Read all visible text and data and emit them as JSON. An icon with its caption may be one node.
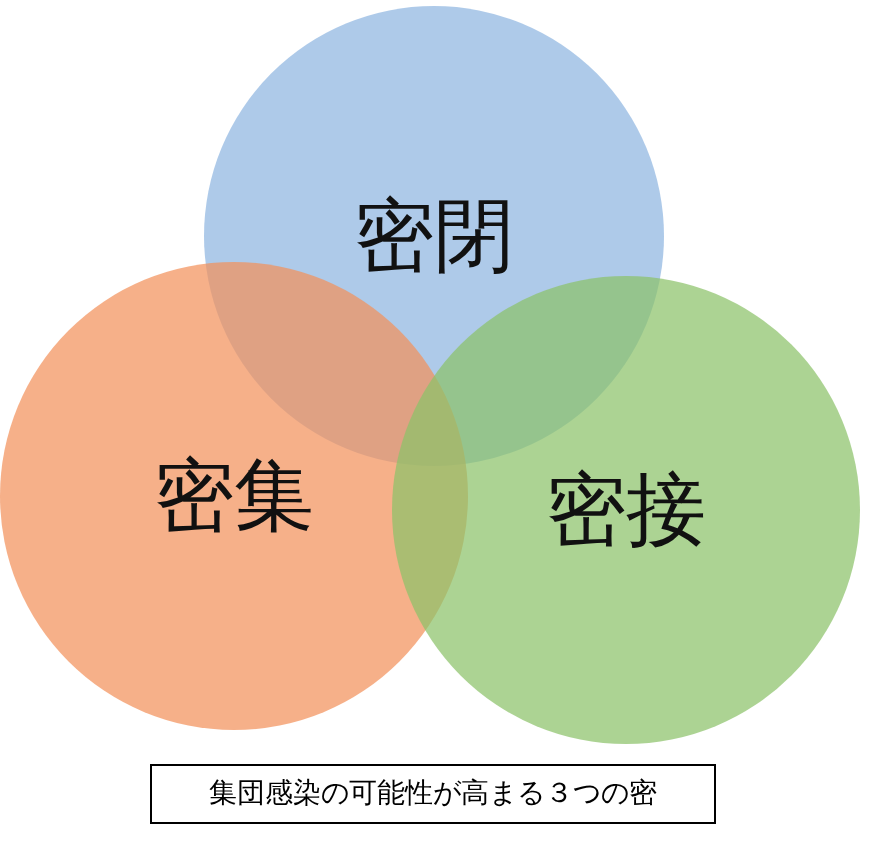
{
  "diagram": {
    "caption": "集団感染の可能性が高まる３つの密",
    "nodes": [
      {
        "text": [
          "密閉"
        ]
      },
      {
        "text": [
          "密集"
        ]
      },
      {
        "text": [
          "密接"
        ]
      }
    ],
    "edges": []
  }
}
